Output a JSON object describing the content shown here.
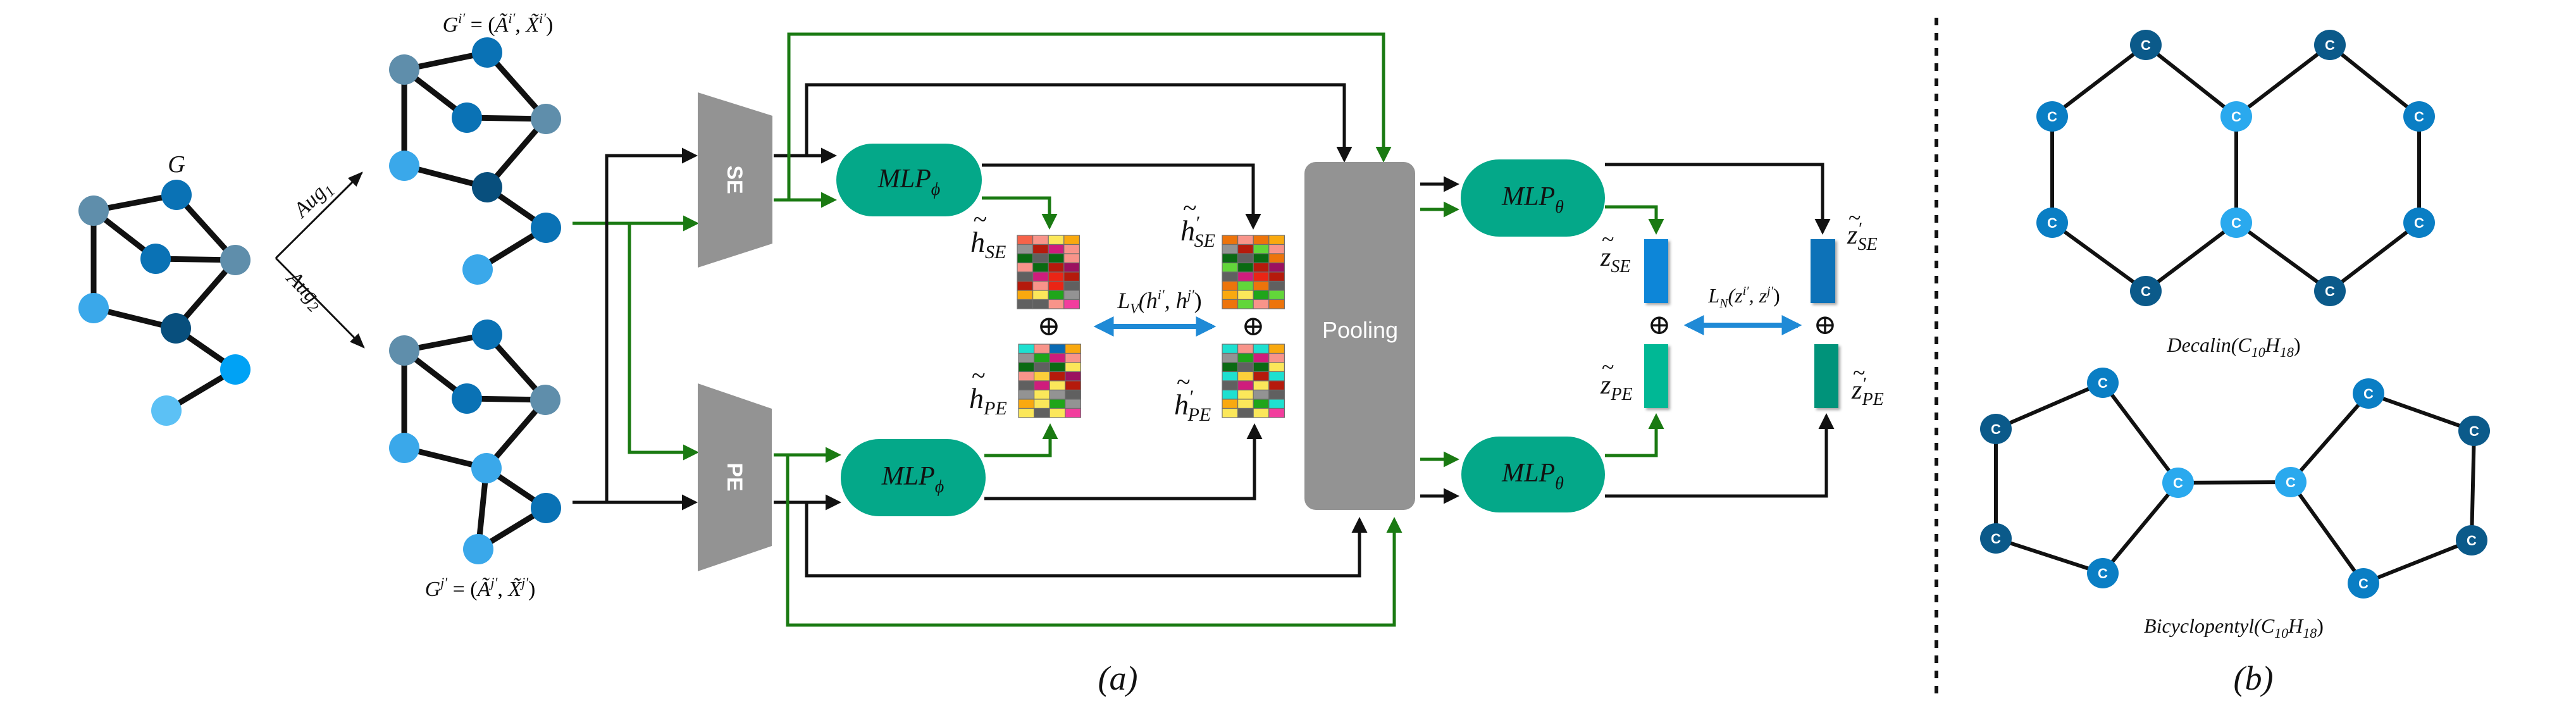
{
  "figure": {
    "panel_a_caption": "(a)",
    "panel_b_caption": "(b)"
  },
  "colors": {
    "black_path": "#111111",
    "green_path": "#1a7a12",
    "loss_arrow": "#1f8ad6",
    "encoder": "#939393",
    "mlp": "#04a889",
    "pooling": "#939393",
    "node_gray": "#5f8eab",
    "node_mid": "#0a72b5",
    "node_dark": "#084f7d",
    "node_light": "#3aa8ea",
    "node_bright": "#00a2f5",
    "node_lightest": "#5cc1f5",
    "z_se": "#0a86d8",
    "z_pe": "#00b895",
    "z_se_prime": "#0a72b8",
    "z_pe_prime": "#05937a",
    "mol_dark": "#0b5a8a",
    "mol_mid": "#0a7ec4",
    "mol_light": "#2aa9ee"
  },
  "input_graph": {
    "label": "G",
    "nodes": [
      {
        "id": "a",
        "color": "node_gray"
      },
      {
        "id": "b",
        "color": "node_mid"
      },
      {
        "id": "c",
        "color": "node_mid"
      },
      {
        "id": "d",
        "color": "node_gray"
      },
      {
        "id": "e",
        "color": "node_light"
      },
      {
        "id": "f",
        "color": "node_dark"
      },
      {
        "id": "g",
        "color": "node_bright"
      },
      {
        "id": "h",
        "color": "node_lightest"
      }
    ],
    "edges": [
      [
        "a",
        "b"
      ],
      [
        "a",
        "c"
      ],
      [
        "a",
        "e"
      ],
      [
        "b",
        "d"
      ],
      [
        "c",
        "d"
      ],
      [
        "d",
        "f"
      ],
      [
        "e",
        "f"
      ],
      [
        "f",
        "g"
      ],
      [
        "g",
        "h"
      ]
    ]
  },
  "augmentations": {
    "aug1_label": "Aug",
    "aug1_sub": "1",
    "aug2_label": "Aug",
    "aug2_sub": "2"
  },
  "view_i": {
    "label": "G^{i'} = (Ã^{i'}, X̃^{i'})",
    "label_parts": {
      "G": "G",
      "sup": "i′",
      "eq": " = (",
      "A": "Ã",
      "sep": ", ",
      "X": "X̃",
      "close": ")"
    },
    "nodes": [
      {
        "id": "a",
        "color": "node_gray"
      },
      {
        "id": "b",
        "color": "node_mid"
      },
      {
        "id": "c",
        "color": "node_mid"
      },
      {
        "id": "d",
        "color": "node_gray"
      },
      {
        "id": "e",
        "color": "node_light"
      },
      {
        "id": "f",
        "color": "node_dark"
      },
      {
        "id": "g",
        "color": "node_mid"
      },
      {
        "id": "h",
        "color": "node_light"
      }
    ],
    "edges": [
      [
        "a",
        "b"
      ],
      [
        "a",
        "c"
      ],
      [
        "a",
        "e"
      ],
      [
        "b",
        "d"
      ],
      [
        "c",
        "d"
      ],
      [
        "d",
        "f"
      ],
      [
        "e",
        "f"
      ],
      [
        "f",
        "g"
      ],
      [
        "g",
        "h"
      ]
    ]
  },
  "view_j": {
    "label": "G^{j'} = (Ã^{j'}, X̃^{j'})",
    "label_parts": {
      "G": "G",
      "sup": "j′",
      "eq": " = (",
      "A": "Ã",
      "sep": ", ",
      "X": "X̃",
      "close": ")"
    },
    "nodes": [
      {
        "id": "a",
        "color": "node_gray"
      },
      {
        "id": "b",
        "color": "node_mid"
      },
      {
        "id": "c",
        "color": "node_mid"
      },
      {
        "id": "d",
        "color": "node_gray"
      },
      {
        "id": "e",
        "color": "node_light"
      },
      {
        "id": "f",
        "color": "node_light"
      },
      {
        "id": "g",
        "color": "node_mid"
      },
      {
        "id": "h",
        "color": "node_light"
      }
    ],
    "edges": [
      [
        "a",
        "b"
      ],
      [
        "a",
        "c"
      ],
      [
        "a",
        "e"
      ],
      [
        "b",
        "d"
      ],
      [
        "c",
        "d"
      ],
      [
        "d",
        "f"
      ],
      [
        "e",
        "f"
      ],
      [
        "f",
        "g"
      ],
      [
        "f",
        "h"
      ],
      [
        "g",
        "h"
      ]
    ]
  },
  "encoders": {
    "se_label": "SE",
    "pe_label": "PE"
  },
  "mlp": {
    "phi_label": "MLP",
    "phi_sub": "ϕ",
    "theta_label": "MLP",
    "theta_sub": "θ"
  },
  "pooling_label": "Pooling",
  "node_embeddings": {
    "h_se": {
      "label": "h",
      "sub": "SE",
      "prime": false,
      "cells": [
        [
          "#f5634a",
          "#f8948a",
          "#fbe75a",
          "#f9a90f"
        ],
        [
          "#939393",
          "#b51a0c",
          "#cf1d7c",
          "#f8948a"
        ],
        [
          "#0a6a12",
          "#606060",
          "#0a6a12",
          "#f8948a"
        ],
        [
          "#f8948a",
          "#0a6a12",
          "#b51a0c",
          "#9b1160"
        ],
        [
          "#606060",
          "#cf1d7c",
          "#ea2515",
          "#b51a0c"
        ],
        [
          "#b51a0c",
          "#f8948a",
          "#ea2515",
          "#606060"
        ],
        [
          "#f9a90f",
          "#fbe75a",
          "#1fa51a",
          "#939393"
        ],
        [
          "#606060",
          "#606060",
          "#f8948a",
          "#f23d9d"
        ]
      ]
    },
    "h_pe": {
      "label": "h",
      "sub": "PE",
      "prime": false,
      "cells": [
        [
          "#1ee0d0",
          "#f8948a",
          "#0a6ab3",
          "#f9a90f"
        ],
        [
          "#939393",
          "#1fa51a",
          "#cf1d7c",
          "#f8948a"
        ],
        [
          "#0a6a12",
          "#606060",
          "#0a6a12",
          "#fbe75a"
        ],
        [
          "#f8948a",
          "#fbcf3a",
          "#b51a0c",
          "#9b1160"
        ],
        [
          "#606060",
          "#cf1d7c",
          "#fbe75a",
          "#b51a0c"
        ],
        [
          "#939393",
          "#fbe75a",
          "#939393",
          "#606060"
        ],
        [
          "#f9a90f",
          "#fbe75a",
          "#1fa51a",
          "#939393"
        ],
        [
          "#fbe75a",
          "#606060",
          "#fbe75a",
          "#f23d9d"
        ]
      ]
    },
    "h_se_prime": {
      "label": "h",
      "sub": "SE",
      "prime": true,
      "cells": [
        [
          "#ed740b",
          "#f8948a",
          "#ed740b",
          "#f9a90f"
        ],
        [
          "#939393",
          "#b51a0c",
          "#62d63a",
          "#f8948a"
        ],
        [
          "#0a6a12",
          "#606060",
          "#0a6a12",
          "#ed740b"
        ],
        [
          "#62d63a",
          "#0a6a12",
          "#b51a0c",
          "#9b1160"
        ],
        [
          "#606060",
          "#cf1d7c",
          "#ea2515",
          "#b51a0c"
        ],
        [
          "#ed740b",
          "#62d63a",
          "#ed740b",
          "#606060"
        ],
        [
          "#f9a90f",
          "#fbe75a",
          "#1fa51a",
          "#62d63a"
        ],
        [
          "#ed740b",
          "#62d63a",
          "#f8948a",
          "#ed740b"
        ]
      ]
    },
    "h_pe_prime": {
      "label": "h",
      "sub": "PE",
      "prime": true,
      "cells": [
        [
          "#1ee0d0",
          "#f8948a",
          "#1ee0d0",
          "#f9a90f"
        ],
        [
          "#939393",
          "#1fa51a",
          "#cf1d7c",
          "#f8948a"
        ],
        [
          "#0a6a12",
          "#606060",
          "#0a6a12",
          "#fbe75a"
        ],
        [
          "#1ee0d0",
          "#fbcf3a",
          "#b51a0c",
          "#1ee0d0"
        ],
        [
          "#606060",
          "#cf1d7c",
          "#fbe75a",
          "#b51a0c"
        ],
        [
          "#1ee0d0",
          "#fbe75a",
          "#939393",
          "#606060"
        ],
        [
          "#f9a90f",
          "#fbe75a",
          "#1fa51a",
          "#1ee0d0"
        ],
        [
          "#fbe75a",
          "#606060",
          "#fbe75a",
          "#f23d9d"
        ]
      ]
    }
  },
  "node_loss": {
    "L": "L",
    "sub": "V",
    "args": "(h",
    "sup1": "i′",
    "mid": ", h",
    "sup2": "j′",
    "close": ")"
  },
  "graph_embeddings": {
    "z_se": {
      "label": "z",
      "sub": "SE",
      "prime": false
    },
    "z_pe": {
      "label": "z",
      "sub": "PE",
      "prime": false
    },
    "z_se_prime": {
      "label": "z",
      "sub": "SE",
      "prime": true
    },
    "z_pe_prime": {
      "label": "z",
      "sub": "PE",
      "prime": true
    }
  },
  "graph_loss": {
    "L": "L",
    "sub": "N",
    "args": "(z",
    "sup1": "i′",
    "mid": ", z",
    "sup2": "j′",
    "close": ")"
  },
  "concat_symbol": "⊕",
  "molecules": {
    "decalin": {
      "name": "Decalin",
      "formula": {
        "open": "(C",
        "c_sub": "10",
        "H": "H",
        "h_sub": "18",
        "close": ")"
      },
      "atom_label": "C",
      "atoms": [
        {
          "id": 0,
          "color": "mol_dark"
        },
        {
          "id": 1,
          "color": "mol_dark"
        },
        {
          "id": 2,
          "color": "mol_mid"
        },
        {
          "id": 3,
          "color": "mol_light"
        },
        {
          "id": 4,
          "color": "mol_mid"
        },
        {
          "id": 5,
          "color": "mol_mid"
        },
        {
          "id": 6,
          "color": "mol_light"
        },
        {
          "id": 7,
          "color": "mol_mid"
        },
        {
          "id": 8,
          "color": "mol_dark"
        },
        {
          "id": 9,
          "color": "mol_dark"
        }
      ],
      "bonds": [
        [
          0,
          2
        ],
        [
          0,
          3
        ],
        [
          1,
          3
        ],
        [
          1,
          4
        ],
        [
          2,
          5
        ],
        [
          3,
          6
        ],
        [
          4,
          7
        ],
        [
          5,
          8
        ],
        [
          6,
          8
        ],
        [
          6,
          9
        ],
        [
          7,
          9
        ]
      ]
    },
    "bicyclopentyl": {
      "name": "Bicyclopentyl",
      "formula": {
        "open": "(C",
        "c_sub": "10",
        "H": "H",
        "h_sub": "18",
        "close": ")"
      },
      "atom_label": "C",
      "atoms": [
        {
          "id": 0,
          "color": "mol_mid"
        },
        {
          "id": 1,
          "color": "mol_dark"
        },
        {
          "id": 2,
          "color": "mol_dark"
        },
        {
          "id": 3,
          "color": "mol_mid"
        },
        {
          "id": 4,
          "color": "mol_light"
        },
        {
          "id": 5,
          "color": "mol_light"
        },
        {
          "id": 6,
          "color": "mol_mid"
        },
        {
          "id": 7,
          "color": "mol_dark"
        },
        {
          "id": 8,
          "color": "mol_dark"
        },
        {
          "id": 9,
          "color": "mol_mid"
        }
      ],
      "bonds": [
        [
          0,
          1
        ],
        [
          1,
          2
        ],
        [
          2,
          3
        ],
        [
          3,
          4
        ],
        [
          4,
          0
        ],
        [
          4,
          5
        ],
        [
          5,
          6
        ],
        [
          6,
          7
        ],
        [
          7,
          8
        ],
        [
          8,
          9
        ],
        [
          9,
          5
        ]
      ]
    }
  }
}
